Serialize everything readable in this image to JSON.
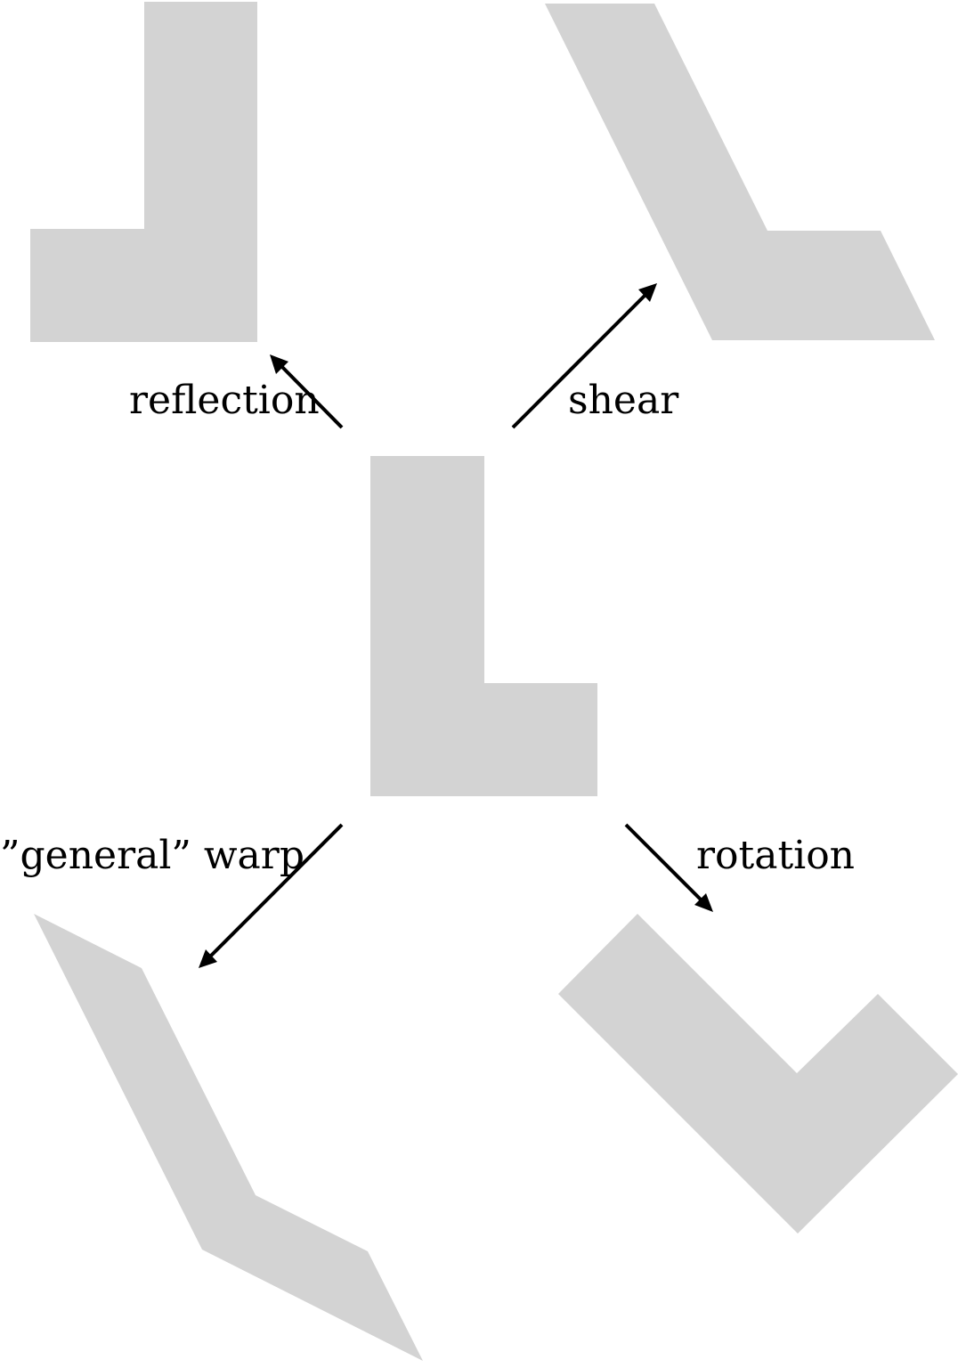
{
  "colors": {
    "shape_fill": "#d3d3d3",
    "arrow": "#000000",
    "text": "#000000",
    "background": "#ffffff"
  },
  "labels": {
    "reflection": "reflection",
    "shear": "shear",
    "general_warp": "”general” warp",
    "rotation": "rotation"
  }
}
